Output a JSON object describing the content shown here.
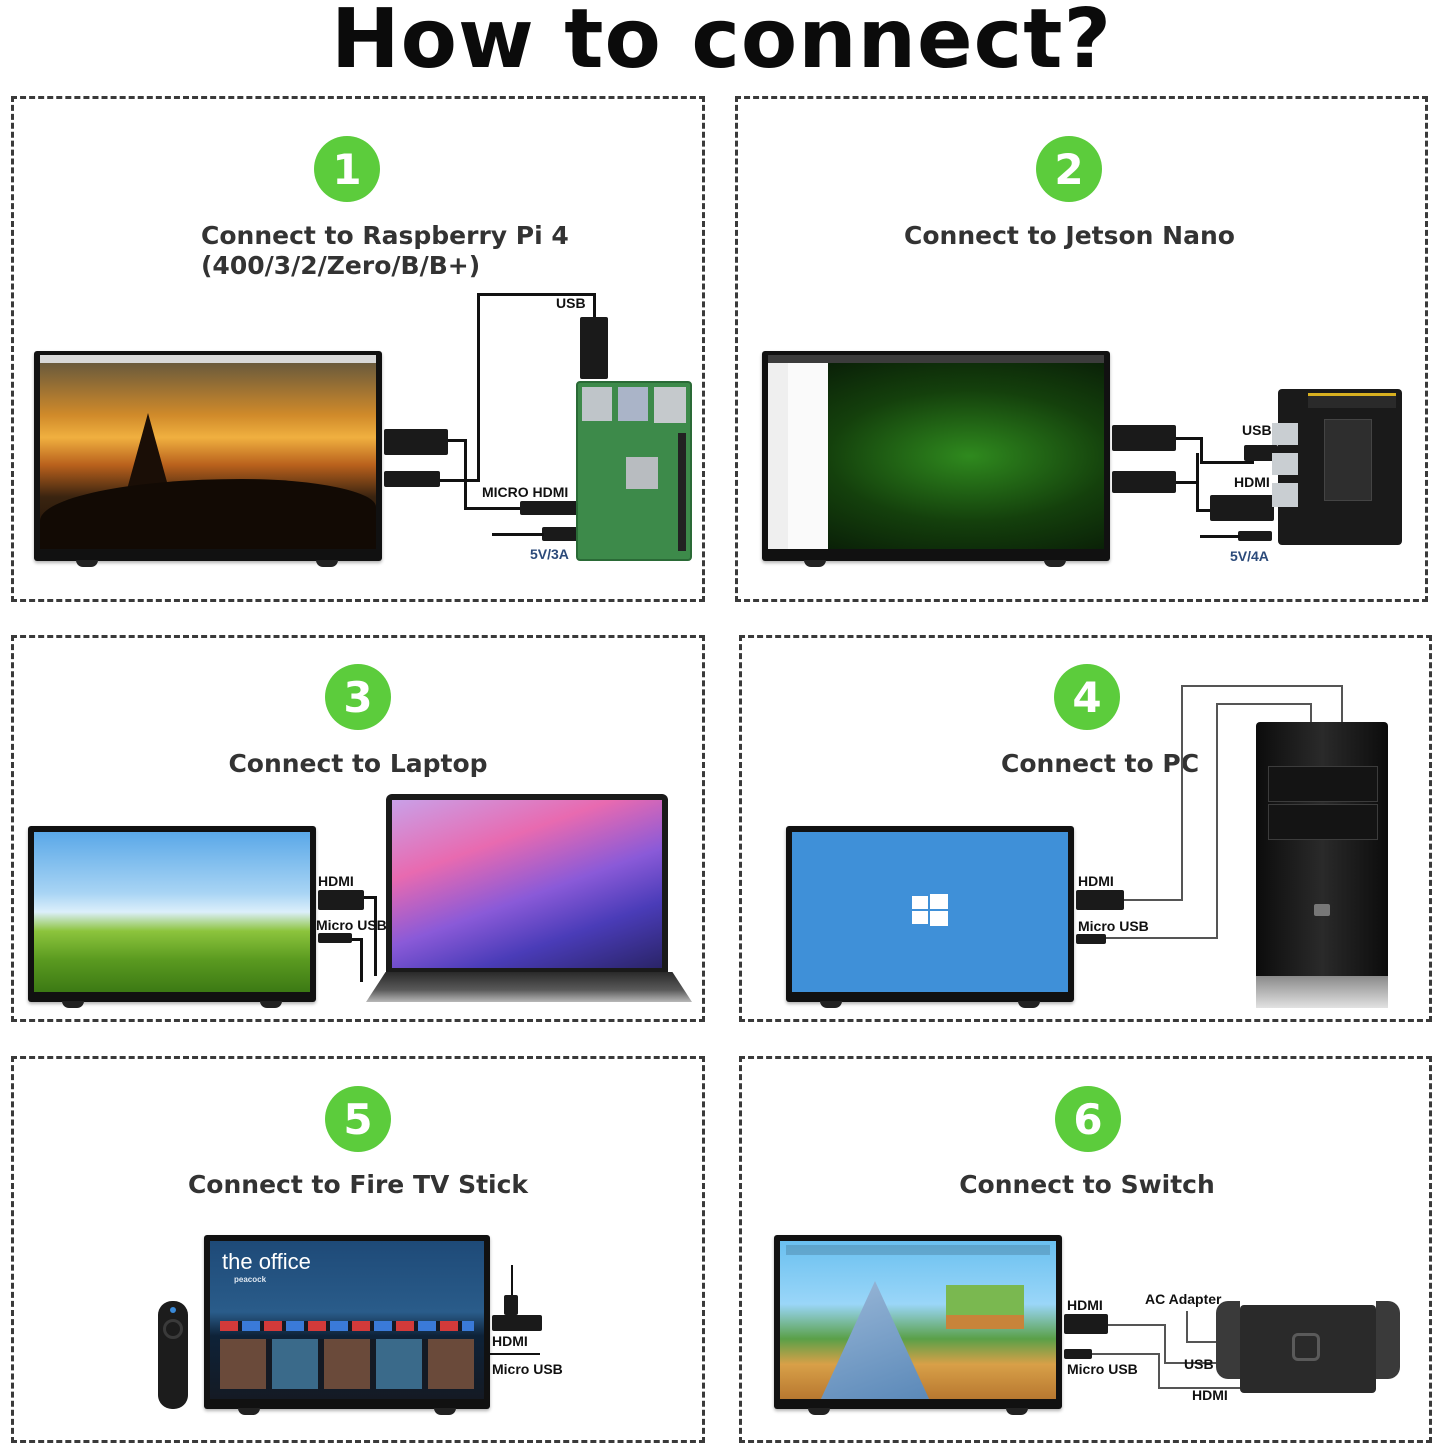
{
  "title": "How to connect?",
  "colors": {
    "accent_green": "#5ccc3c",
    "border": "#3a3a3a",
    "port_label_blue": "#2b4a7a"
  },
  "panels": [
    {
      "number": "1",
      "heading_line1": "Connect to Raspberry Pi 4",
      "heading_line2": "(400/3/2/Zero/B/B+)",
      "labels": {
        "usb": "USB",
        "micro_hdmi": "MICRO HDMI",
        "power": "5V/3A"
      }
    },
    {
      "number": "2",
      "heading": "Connect to Jetson Nano",
      "labels": {
        "usb": "USB",
        "hdmi": "HDMI",
        "power": "5V/4A"
      }
    },
    {
      "number": "3",
      "heading": "Connect to Laptop",
      "labels": {
        "hdmi": "HDMI",
        "micro_usb": "Micro USB"
      }
    },
    {
      "number": "4",
      "heading": "Connect to PC",
      "labels": {
        "hdmi": "HDMI",
        "micro_usb": "Micro USB"
      }
    },
    {
      "number": "5",
      "heading": "Connect to Fire TV Stick",
      "labels": {
        "hdmi": "HDMI",
        "micro_usb": "Micro USB"
      },
      "screen_text": {
        "show": "the office",
        "sub": "peacock"
      }
    },
    {
      "number": "6",
      "heading": "Connect to Switch",
      "labels": {
        "hdmi": "HDMI",
        "micro_usb": "Micro USB",
        "ac": "AC Adapter",
        "usb": "USB",
        "hdmi2": "HDMI"
      }
    }
  ],
  "icons": [
    "raspberry-pi-board-icon",
    "jetson-nano-board-icon",
    "laptop-icon",
    "pc-tower-icon",
    "windows-logo-icon",
    "remote-control-icon",
    "nintendo-switch-icon"
  ]
}
